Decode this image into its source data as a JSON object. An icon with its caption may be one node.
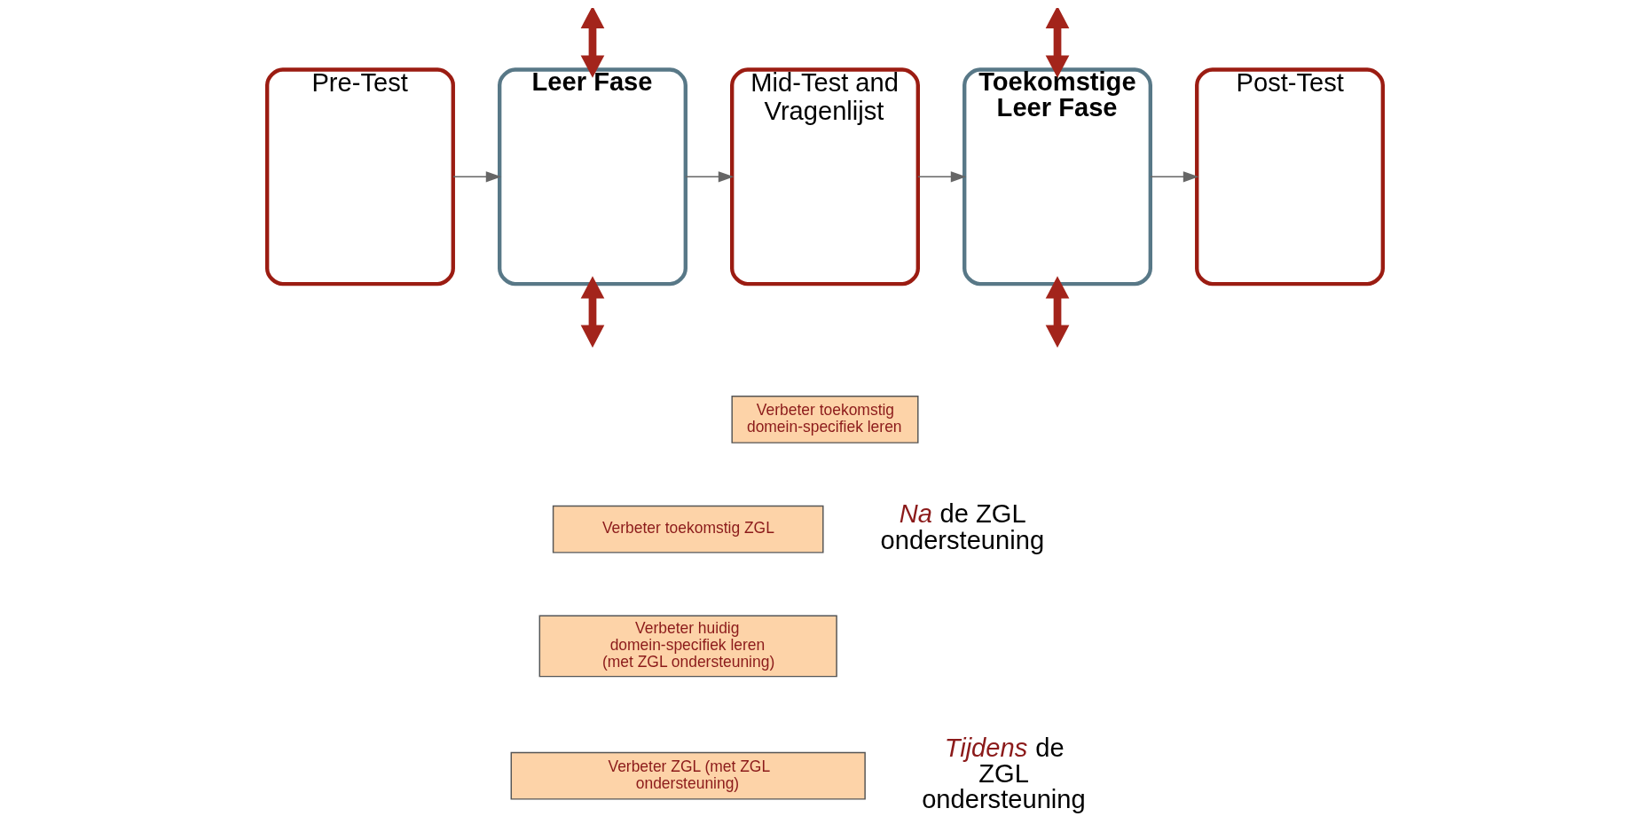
{
  "diagram": {
    "nodes": [
      {
        "text": [
          "Pre-Test"
        ]
      },
      {
        "text": [
          "Leer Fase"
        ]
      },
      {
        "text": [
          "Mid-Test and Vragenlijst"
        ]
      },
      {
        "text": [
          "Toekomstige Leer Fase"
        ]
      },
      {
        "text": [
          "Post-Test"
        ]
      },
      {
        "text": [
          "Verbeter toekomstig domein-specifiek leren"
        ]
      },
      {
        "text": [
          "Verbeter toekomstig ZGL"
        ]
      },
      {
        "text": [
          "Verbeter huidig domein-specifiek leren (met ZGL ondersteuning)"
        ]
      },
      {
        "text": [
          "Verbeter ZGL (met ZGL ondersteuning)"
        ]
      }
    ],
    "edges": [
      {
        "from": 0,
        "to": 1,
        "arrow": "to"
      },
      {
        "from": 1,
        "to": 2,
        "arrow": "to"
      },
      {
        "from": 2,
        "to": 3,
        "arrow": "to"
      },
      {
        "from": 3,
        "to": 4,
        "arrow": "to"
      },
      {
        "from": null,
        "to": 1,
        "arrow": "both",
        "style": "thick",
        "color": "#a3241b"
      },
      {
        "from": null,
        "to": 3,
        "arrow": "both",
        "style": "thick",
        "color": "#a3241b"
      },
      {
        "from": 1,
        "to": null,
        "arrow": "both",
        "style": "thick",
        "color": "#a3241b"
      },
      {
        "from": 3,
        "to": null,
        "arrow": "both",
        "style": "thick",
        "color": "#a3241b"
      }
    ],
    "labels": [
      "*Na* de ZGL ondersteuning",
      "*Tijdens* de ZGL ondersteuning"
    ]
  }
}
